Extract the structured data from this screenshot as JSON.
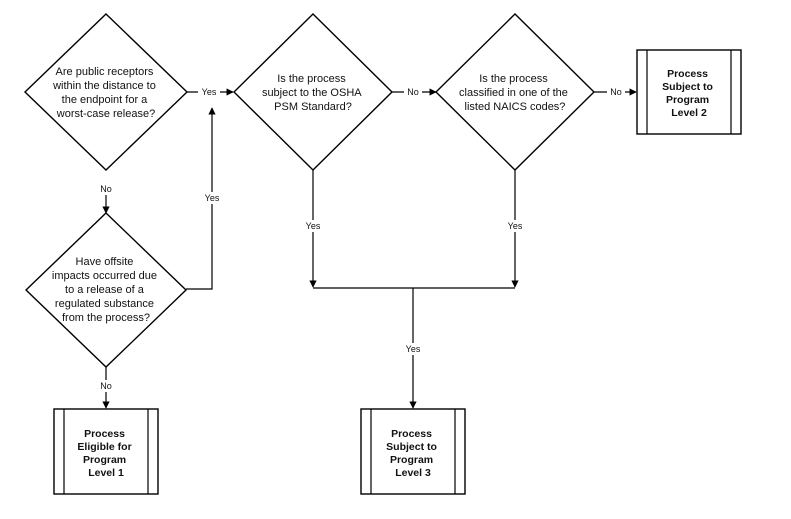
{
  "decisions": {
    "public_receptors": [
      "Are public receptors",
      "within the distance to",
      "the endpoint for a",
      "worst-case release?"
    ],
    "offsite_impacts": [
      "Have offsite",
      "impacts occurred due",
      "to a release of a",
      "regulated substance",
      "from the process?"
    ],
    "osha_psm": [
      "Is the process",
      "subject to the OSHA",
      "PSM Standard?"
    ],
    "naics": [
      "Is the process",
      "classified in one of the",
      "listed NAICS codes?"
    ]
  },
  "outcomes": {
    "level1": [
      "Process",
      "Eligible for",
      "Program",
      "Level 1"
    ],
    "level2": [
      "Process",
      "Subject to",
      "Program",
      "Level 2"
    ],
    "level3": [
      "Process",
      "Subject to",
      "Program",
      "Level 3"
    ]
  },
  "edges": {
    "receptors_yes": "Yes",
    "receptors_no": "No",
    "impacts_yes": "Yes",
    "impacts_no": "No",
    "osha_no": "No",
    "osha_yes": "Yes",
    "naics_no": "No",
    "naics_yes": "Yes",
    "merge_yes": "Yes"
  }
}
